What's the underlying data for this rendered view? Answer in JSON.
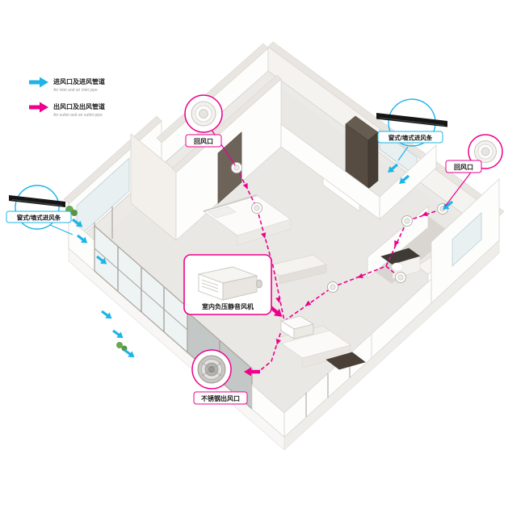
{
  "figure": {
    "legend": {
      "items": [
        {
          "label": "进风口及进风管道",
          "sublabel": "Air inlet and air inlet pipe",
          "color": "#1db4e8"
        },
        {
          "label": "出风口及出风管道",
          "sublabel": "Air outlet and air outlet pipe",
          "color": "#ec008c"
        }
      ]
    },
    "callouts": {
      "return_air_top": {
        "label": "回风口"
      },
      "return_air_right": {
        "label": "回风口"
      },
      "inlet_strip_right": {
        "label": "窗式/墙式进风条"
      },
      "inlet_strip_left": {
        "label": "窗式/墙式进风条"
      },
      "fan_unit": {
        "label": "室内负压静音风机"
      },
      "steel_outlet": {
        "label": "不锈钢出风口"
      }
    },
    "colors": {
      "inlet": "#1db4e8",
      "outlet": "#ec008c"
    }
  }
}
